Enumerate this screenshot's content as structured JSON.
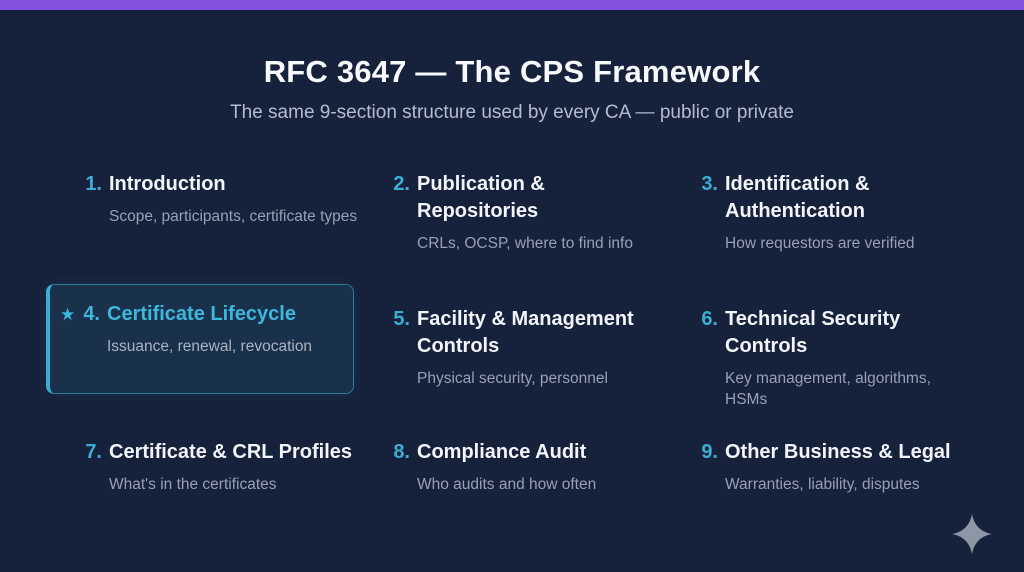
{
  "header": {
    "title": "RFC 3647 — The CPS Framework",
    "subtitle": "The same 9-section structure used by every CA — public or private"
  },
  "sections": [
    {
      "number": "1.",
      "title": "Introduction",
      "description": "Scope, participants, certificate types",
      "highlighted": false
    },
    {
      "number": "2.",
      "title": "Publication & Repositories",
      "description": "CRLs, OCSP, where to find info",
      "highlighted": false
    },
    {
      "number": "3.",
      "title": "Identification & Authentication",
      "description": "How requestors are verified",
      "highlighted": false
    },
    {
      "number": "4.",
      "title": "Certificate Lifecycle",
      "description": "Issuance, renewal, revocation",
      "highlighted": true
    },
    {
      "number": "5.",
      "title": "Facility & Management Controls",
      "description": "Physical security, personnel",
      "highlighted": false
    },
    {
      "number": "6.",
      "title": "Technical Security Controls",
      "description": "Key management, algorithms, HSMs",
      "highlighted": false
    },
    {
      "number": "7.",
      "title": "Certificate & CRL Profiles",
      "description": "What's in the certificates",
      "highlighted": false
    },
    {
      "number": "8.",
      "title": "Compliance Audit",
      "description": "Who audits and how often",
      "highlighted": false
    },
    {
      "number": "9.",
      "title": "Other Business & Legal",
      "description": "Warranties, liability, disputes",
      "highlighted": false
    }
  ],
  "icons": {
    "star": "★",
    "sparkle": "sparkle-icon"
  },
  "colors": {
    "accent_purple": "#8153de",
    "accent_cyan": "#3eadd3",
    "background": "#16213b",
    "card_border": "#3eb4d8",
    "sparkle_gray": "#8d96a6"
  }
}
